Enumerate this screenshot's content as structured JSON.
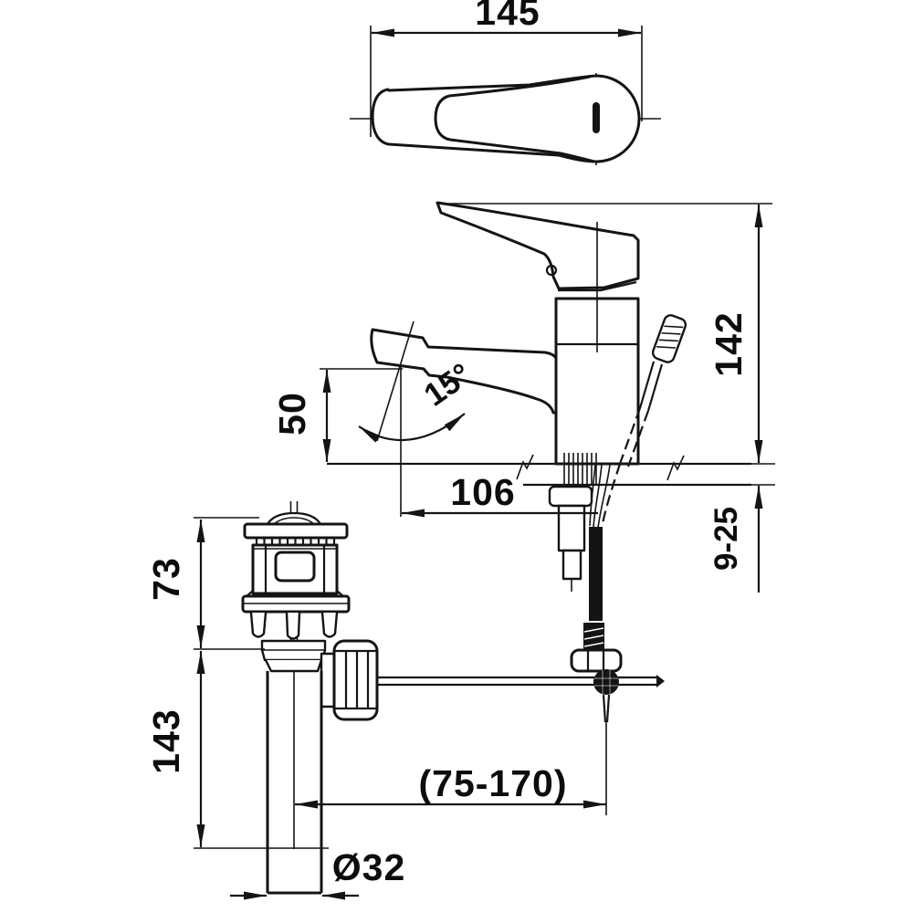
{
  "meta": {
    "background": "#ffffff",
    "ink_color": "#141414",
    "label_color": "#0d0d0d",
    "drawing_type": "technical dimension drawing",
    "subject": "single-lever basin faucet with pop-up drain"
  },
  "labels": {
    "handle_length": "145",
    "overall_height": "142",
    "mount_thickness": "9-25",
    "spout_height": "50",
    "spout_angle": "15°",
    "spout_reach": "106",
    "popup_top_height": "73",
    "tailpipe_length": "143",
    "rod_range": "(75-170)",
    "tail_diameter": "Ø32"
  }
}
